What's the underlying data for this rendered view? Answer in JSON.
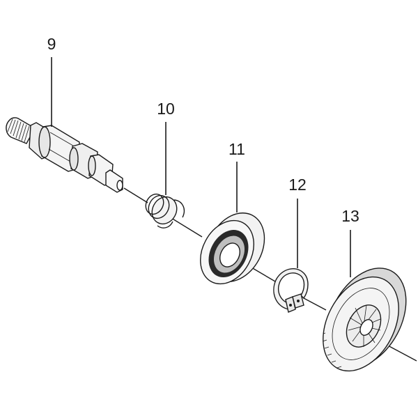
{
  "diagram": {
    "callouts": [
      {
        "id": "part-9",
        "label": "9"
      },
      {
        "id": "part-10",
        "label": "10"
      },
      {
        "id": "part-11",
        "label": "11"
      },
      {
        "id": "part-12",
        "label": "12"
      },
      {
        "id": "part-13",
        "label": "13"
      }
    ]
  }
}
